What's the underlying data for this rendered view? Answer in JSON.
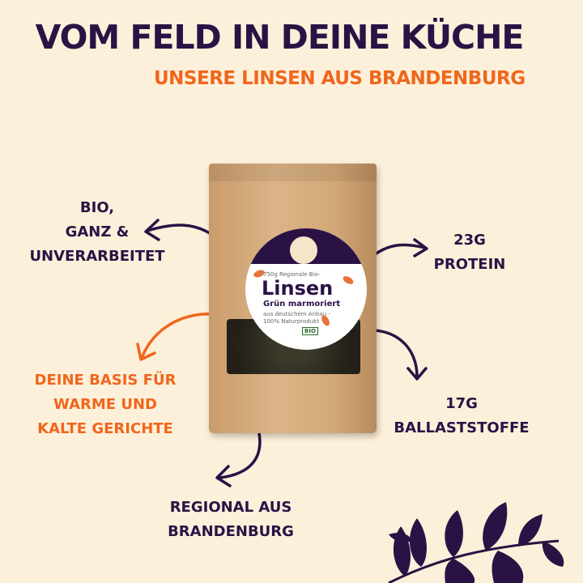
{
  "header": {
    "title": "VOM FELD IN DEINE KÜCHE",
    "subtitle": "UNSERE LINSEN AUS BRANDENBURG"
  },
  "colors": {
    "background": "#fdf0da",
    "primary": "#2b1245",
    "accent": "#f0661c"
  },
  "product": {
    "weight_line": "750g Regionale Bio-",
    "name": "Linsen",
    "variety": "Grün marmoriert",
    "origin": "aus deutschem Anbau - 100% Naturprodukt",
    "badge": "BIO"
  },
  "features": {
    "bio": [
      "BIO,",
      "GANZ &",
      "UNVERARBEITET"
    ],
    "protein": [
      "23G",
      "PROTEIN"
    ],
    "basis": [
      "DEINE BASIS FÜR",
      "WARME UND",
      "KALTE GERICHTE"
    ],
    "fiber": [
      "17G",
      "BALLASTSTOFFE"
    ],
    "regional": [
      "REGIONAL AUS",
      "BRANDENBURG"
    ]
  }
}
